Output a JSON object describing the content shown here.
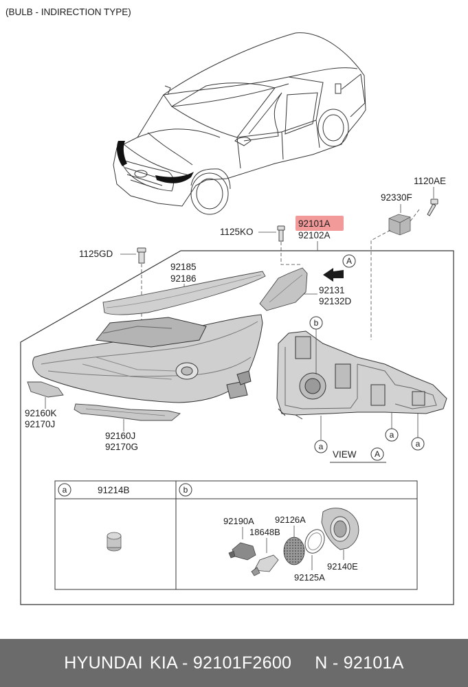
{
  "header": {
    "note": "(BULB - INDIRECTION TYPE)"
  },
  "callouts": {
    "p1120AE": "1120AE",
    "p92330F": "92330F",
    "p1125KO": "1125KO",
    "p92101A": "92101A",
    "p92102A": "92102A",
    "p1125GD": "1125GD",
    "p92185": "92185",
    "p92186": "92186",
    "p92131": "92131",
    "p92132D": "92132D",
    "p92160K": "92160K",
    "p92170J": "92170J",
    "p92160J": "92160J",
    "p92170G": "92170G"
  },
  "markers": {
    "a": "a",
    "b": "b",
    "A": "A"
  },
  "view": {
    "label": "VIEW"
  },
  "table": {
    "col_a": {
      "marker": "a",
      "part": "91214B"
    },
    "col_b": {
      "marker": "b"
    },
    "parts": {
      "p92190A": "92190A",
      "p92126A": "92126A",
      "p18648B": "18648B",
      "p92125A": "92125A",
      "p92140E": "92140E"
    }
  },
  "highlight_color": "#f29a9a",
  "footer": {
    "brand": "HYUNDAI",
    "part_number": "KIA - 92101F2600",
    "code": "N - 92101A"
  }
}
